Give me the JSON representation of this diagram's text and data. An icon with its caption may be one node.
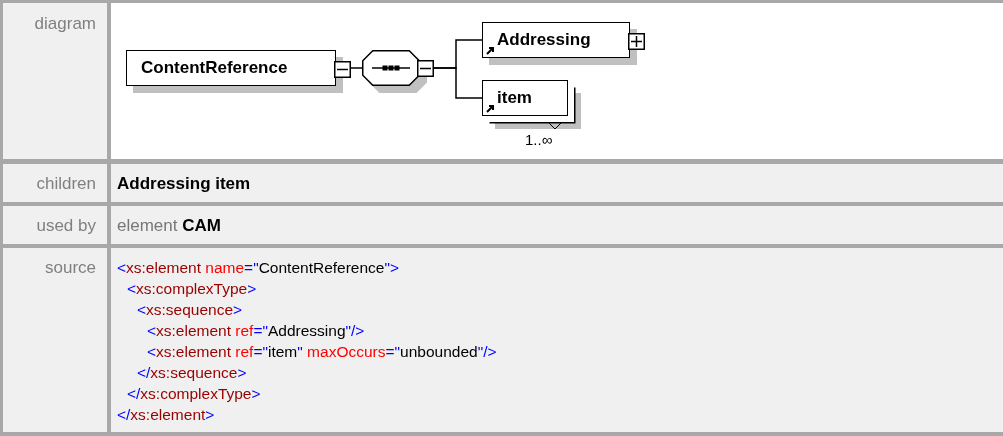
{
  "diagram": {
    "nodes": [
      {
        "text": [
          "ContentReference"
        ]
      },
      {
        "text": [],
        "shape": "octagon"
      },
      {
        "text": [
          "Addressing"
        ]
      },
      {
        "text": [
          "item"
        ],
        "beside": [
          "1..∞"
        ]
      }
    ],
    "edges": [
      {
        "from": 0,
        "to": 1,
        "arrow": "none"
      },
      {
        "from": 1,
        "to": 2,
        "arrow": "none"
      },
      {
        "from": 1,
        "to": 3,
        "arrow": "none"
      }
    ],
    "labels": [
      "diagram",
      "children",
      "Addressing item",
      "used by",
      "element **CAM**",
      "source",
      "<xs:element name=\"ContentReference\">",
      "<xs:complexType>",
      "<xs:sequence>",
      "<xs:element ref=\"Addressing\"/>",
      "<xs:element ref=\"item\" maxOccurs=\"unbounded\"/>",
      "</xs:sequence>",
      "</xs:complexType>",
      "</xs:element>"
    ]
  }
}
